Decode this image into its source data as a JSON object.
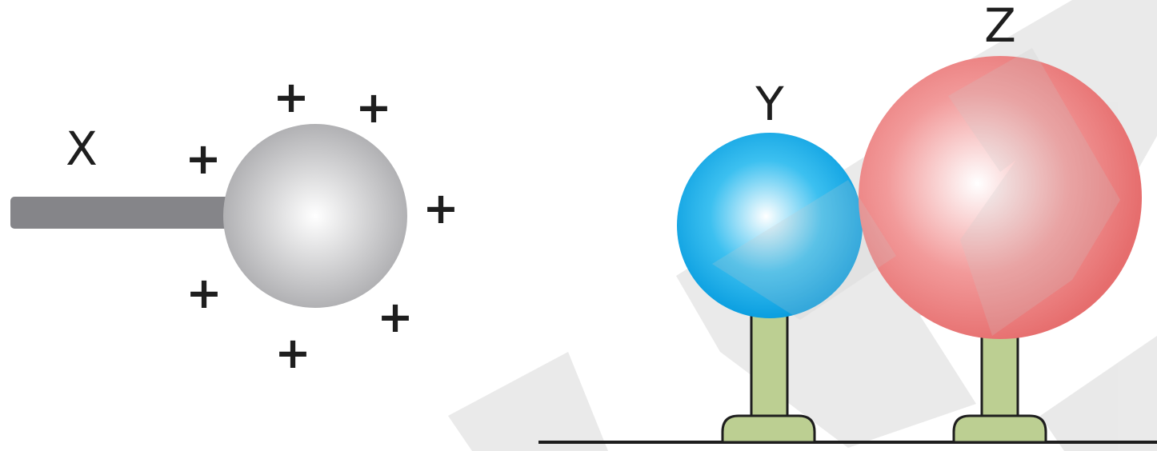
{
  "labels": {
    "x": "X",
    "y": "Y",
    "z": "Z"
  },
  "charge_symbol": "+",
  "colors": {
    "rod": "#858589",
    "sphere_x": "#c3c3c5",
    "sphere_y": "#10a7e6",
    "sphere_z": "#ec7b7b",
    "stand": "#bccf92",
    "outline": "#1e1e1e"
  }
}
